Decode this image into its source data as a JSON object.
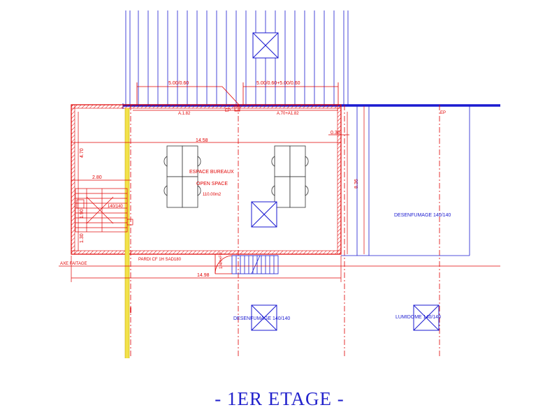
{
  "drawing": {
    "title": "- 1ER ETAGE -",
    "dims": {
      "top_left": "5.00/0.60",
      "top_right": "5.00/0.60+5.00/0.60",
      "width_main": "14.58",
      "width_total": "14.98",
      "left_280": "2.80",
      "left_470": "4.70",
      "left_190": "1.90",
      "left_130": "1.30",
      "right_836": "8.36",
      "right_030": "0.30"
    },
    "labels": {
      "ep_left": "EP",
      "ep_right": "EP",
      "a182_left": "A.1.82",
      "a182_right": "A.70+A1.82",
      "stair_label": "140/140",
      "room_name": "ESPACE BUREAUX",
      "room_sub": "OPEN SPACE",
      "room_area": "110.00m2",
      "wall_note": "PARDI CF 1H SAD180",
      "door_note": "1/4H+FP",
      "axe": "AXE FAITAGE",
      "desenf_right": "DESENFUMAGE 140/140",
      "desenf_bottom": "DESENFUMAGE 140/140",
      "lumidome": "LUMIDOME 140/140"
    }
  },
  "colors": {
    "red": "#e00000",
    "blue": "#1a1ad0",
    "yellow": "#f2e24a",
    "title": "#2222cc"
  }
}
